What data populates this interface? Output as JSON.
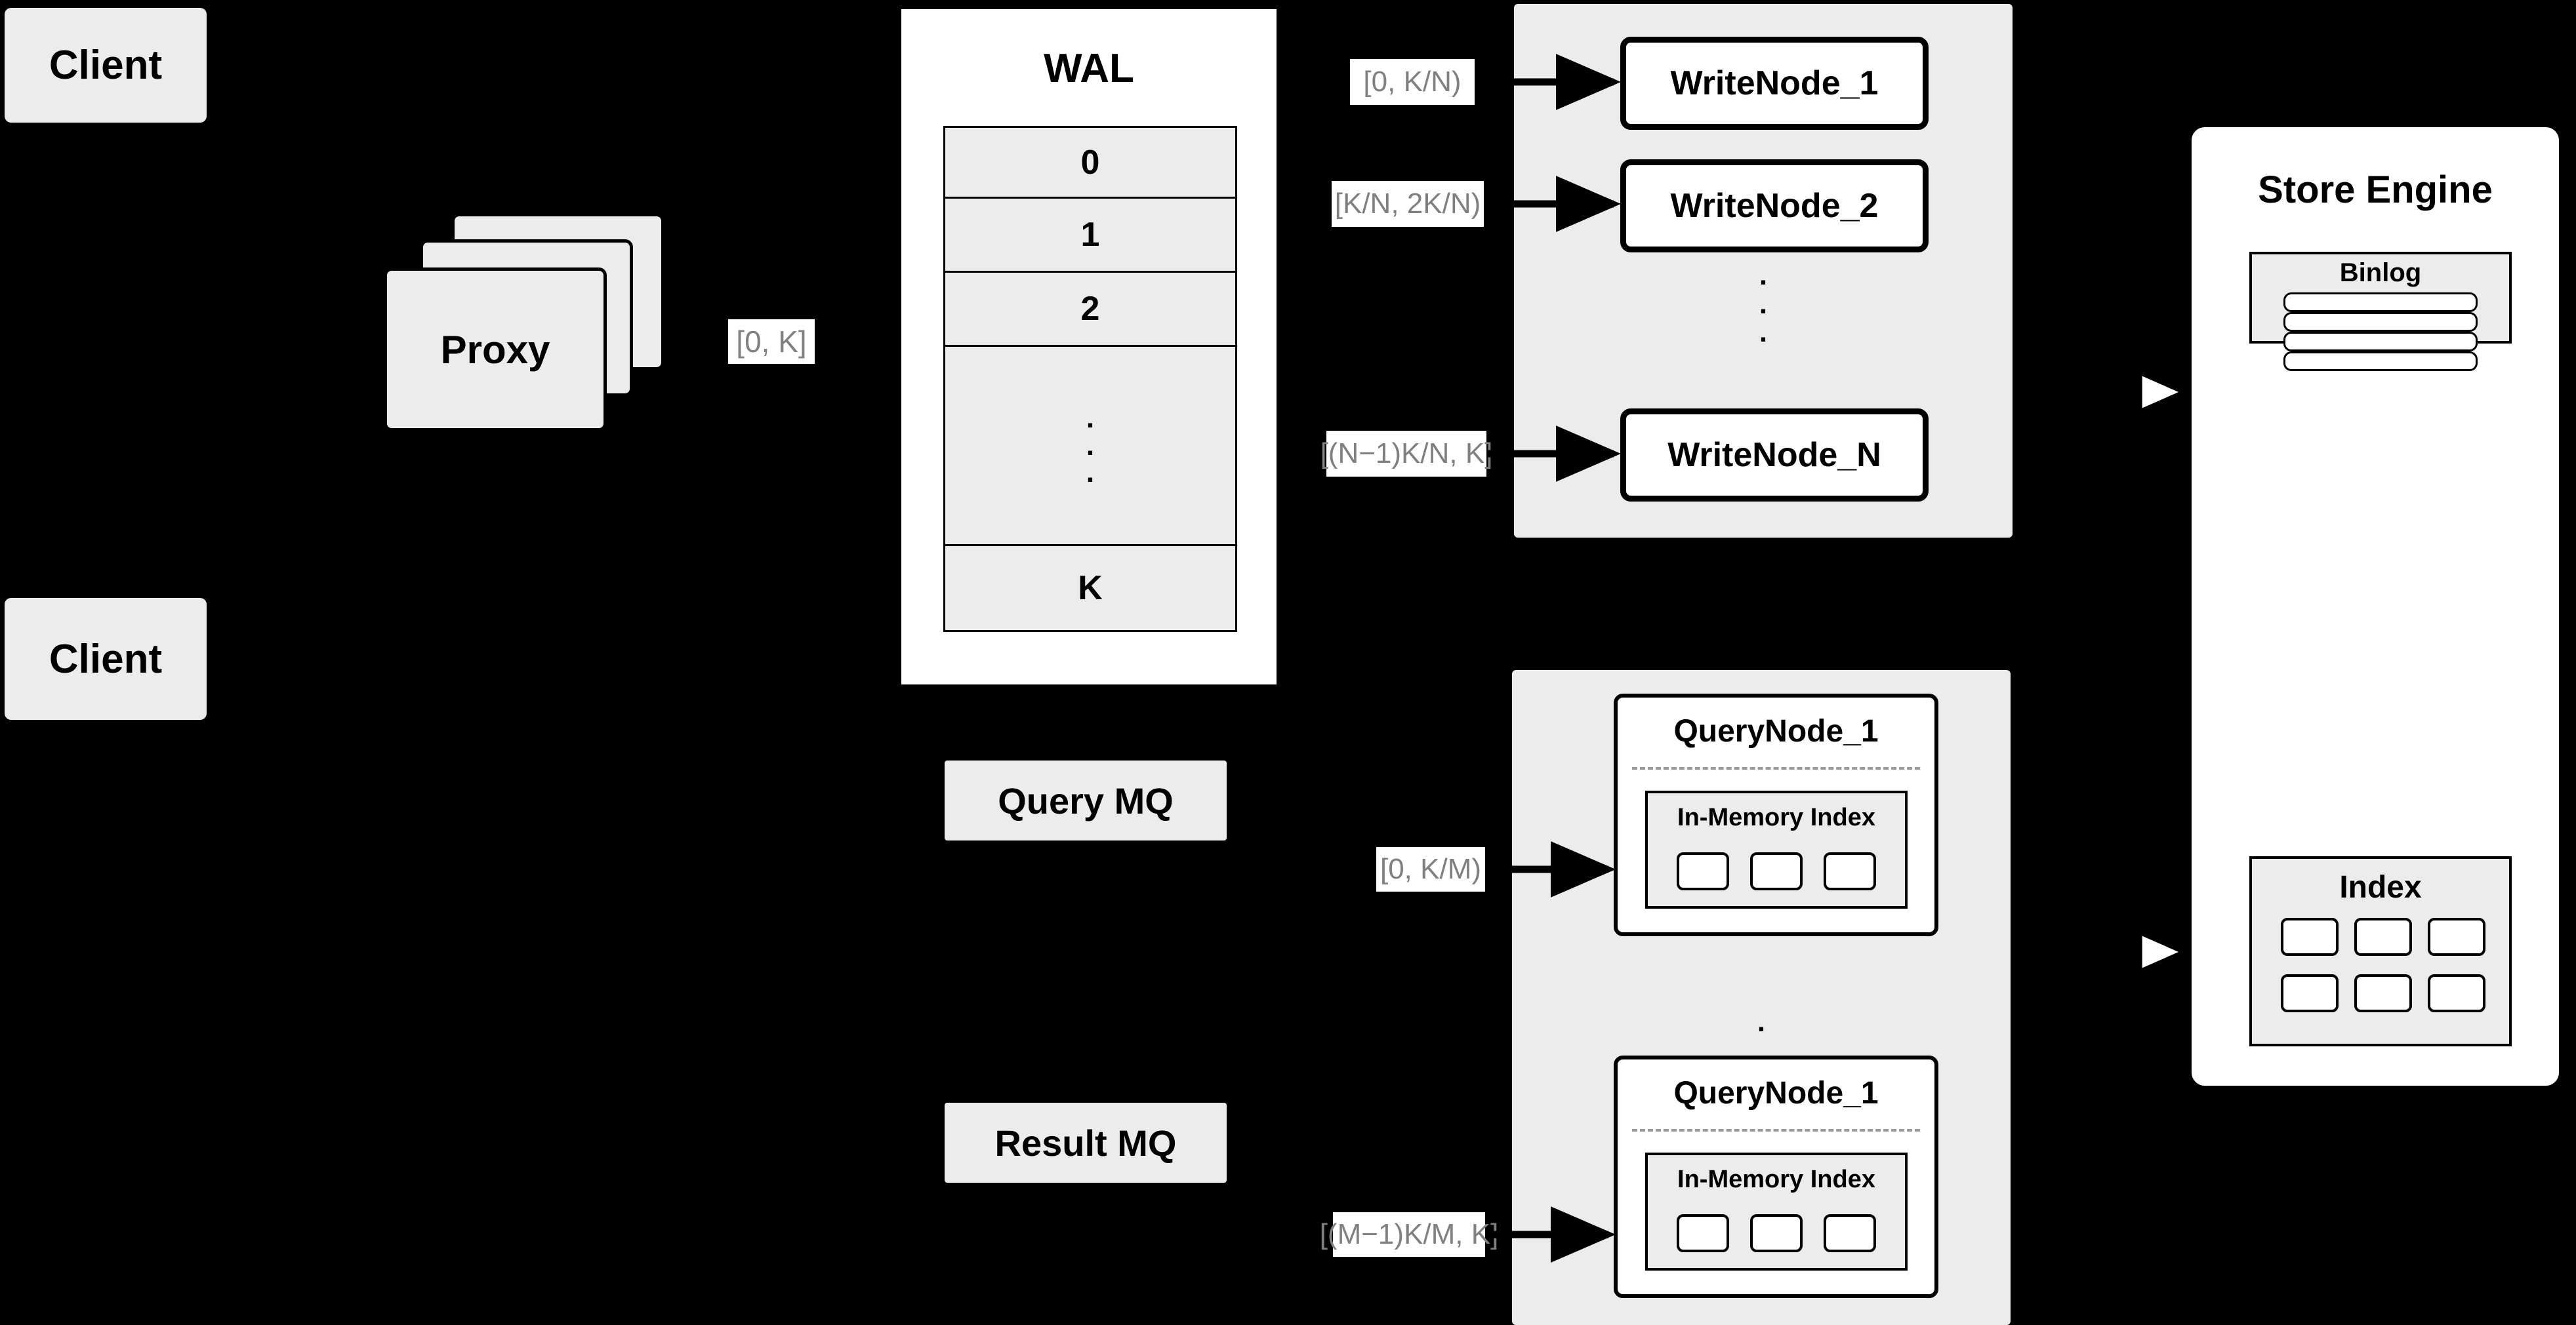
{
  "clients": [
    {
      "label": "Client"
    },
    {
      "label": "Client"
    }
  ],
  "proxy": {
    "label": "Proxy",
    "stack_count": 3
  },
  "labels": {
    "proxy_to_wal": "[0, K]",
    "write_0": "[0,  K/N)",
    "write_1": "[K/N, 2K/N)",
    "write_n": "[(N−1)K/N,  K]",
    "query_0": "[0, K/M)",
    "query_m": "[(M−1)K/M, K]"
  },
  "wal": {
    "title": "WAL",
    "rows": [
      "0",
      "1",
      "2",
      "",
      "K"
    ],
    "ellipsis": "."
  },
  "write_cluster": {
    "nodes": [
      {
        "label": "WriteNode_1"
      },
      {
        "label": "WriteNode_2"
      },
      {
        "label": "WriteNode_N"
      }
    ],
    "ellipsis": "."
  },
  "query_cluster": {
    "nodes": [
      {
        "label": "QueryNode_1",
        "index_label": "In-Memory Index",
        "chips": 3
      },
      {
        "label": "QueryNode_1",
        "index_label": "In-Memory Index",
        "chips": 3
      }
    ],
    "ellipsis": "."
  },
  "queues": [
    {
      "label": "Query MQ"
    },
    {
      "label": "Result MQ"
    }
  ],
  "store_engine": {
    "title": "Store Engine",
    "binlog": {
      "title": "Binlog",
      "rows": 4
    },
    "index": {
      "title": "Index",
      "cells": 6
    }
  },
  "colors": {
    "background": "#000000",
    "surface_gray": "#ececec",
    "surface_white": "#ffffff",
    "stroke": "#000000",
    "label_text": "#808080",
    "divider": "#9a9a9a"
  }
}
